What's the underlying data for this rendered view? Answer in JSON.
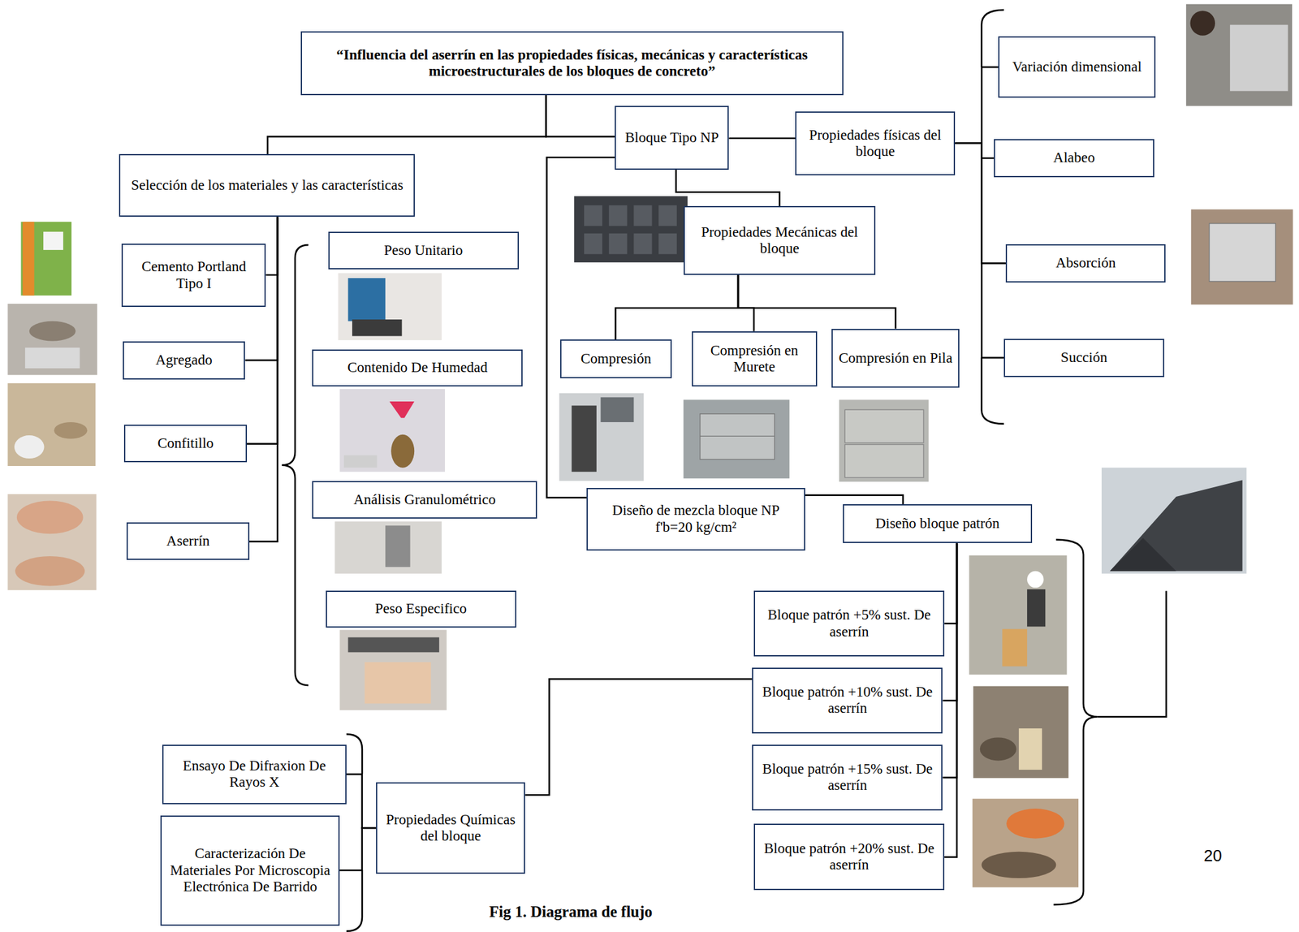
{
  "diagram": {
    "caption": "Fig 1. Diagrama de flujo",
    "nodes": [
      {
        "text": [
          "“Influencia del aserrín en las propiedades físicas, mecánicas y características microestructurales de los bloques de concreto”"
        ]
      },
      {
        "text": [
          "Bloque Tipo NP"
        ]
      },
      {
        "text": [
          "Propiedades físicas del bloque"
        ]
      },
      {
        "text": [
          "Variación dimensional"
        ]
      },
      {
        "text": [
          "Alabeo"
        ]
      },
      {
        "text": [
          "Absorción"
        ]
      },
      {
        "text": [
          "Succión"
        ]
      },
      {
        "text": [
          "Selección de los materiales y las características"
        ]
      },
      {
        "text": [
          "Cemento Portland Tipo I"
        ]
      },
      {
        "text": [
          "Agregado"
        ]
      },
      {
        "text": [
          "Confitillo"
        ]
      },
      {
        "text": [
          "Aserrín"
        ]
      },
      {
        "text": [
          "Peso Unitario"
        ]
      },
      {
        "text": [
          "Contenido De Humedad"
        ]
      },
      {
        "text": [
          "Análisis Granulométrico"
        ]
      },
      {
        "text": [
          "Peso Especifico"
        ]
      },
      {
        "text": [
          "Propiedades Mecánicas del bloque"
        ]
      },
      {
        "text": [
          "Compresión"
        ]
      },
      {
        "text": [
          "Compresión en Murete"
        ]
      },
      {
        "text": [
          "Compresión en Pila"
        ]
      },
      {
        "text": [
          "Diseño de mezcla bloque NP f'b=20 kg/cm²"
        ]
      },
      {
        "text": [
          "Diseño bloque patrón"
        ]
      },
      {
        "text": [
          "Bloque patrón +5% sust. De aserrín"
        ]
      },
      {
        "text": [
          "Bloque patrón +10% sust. De aserrín"
        ]
      },
      {
        "text": [
          "Bloque patrón +15% sust. De aserrín"
        ]
      },
      {
        "text": [
          "Bloque patrón +20% sust. De aserrín"
        ]
      },
      {
        "text": [
          "Ensayo De Difraxion De Rayos X"
        ]
      },
      {
        "text": [
          "Caracterización De Materiales Por Microscopia Electrónica De Barrido"
        ]
      },
      {
        "text": [
          "Propiedades Químicas del bloque"
        ]
      }
    ],
    "edges": [
      {
        "from": 0,
        "to": 1,
        "arrow": "none"
      },
      {
        "from": 0,
        "to": 7,
        "arrow": "none"
      },
      {
        "from": 1,
        "to": 2,
        "arrow": "none"
      },
      {
        "from": 2,
        "to": 3,
        "arrow": "none"
      },
      {
        "from": 2,
        "to": 4,
        "arrow": "none"
      },
      {
        "from": 2,
        "to": 5,
        "arrow": "none"
      },
      {
        "from": 2,
        "to": 6,
        "arrow": "none"
      },
      {
        "from": 1,
        "to": 16,
        "arrow": "none"
      },
      {
        "from": 16,
        "to": 17,
        "arrow": "none"
      },
      {
        "from": 16,
        "to": 18,
        "arrow": "none"
      },
      {
        "from": 16,
        "to": 19,
        "arrow": "none"
      },
      {
        "from": 1,
        "to": 20,
        "arrow": "none"
      },
      {
        "from": 20,
        "to": 21,
        "arrow": "none"
      },
      {
        "from": 21,
        "to": 22,
        "arrow": "none"
      },
      {
        "from": 21,
        "to": 23,
        "arrow": "none"
      },
      {
        "from": 21,
        "to": 24,
        "arrow": "none"
      },
      {
        "from": 21,
        "to": 25,
        "arrow": "none"
      },
      {
        "from": 23,
        "to": 28,
        "arrow": "none"
      },
      {
        "from": 28,
        "to": 26,
        "arrow": "none"
      },
      {
        "from": 28,
        "to": 27,
        "arrow": "none"
      },
      {
        "from": 7,
        "to": 8,
        "arrow": "none"
      },
      {
        "from": 7,
        "to": 9,
        "arrow": "none"
      },
      {
        "from": 7,
        "to": 10,
        "arrow": "none"
      },
      {
        "from": 7,
        "to": 11,
        "arrow": "none"
      }
    ],
    "labels": [
      "20"
    ]
  }
}
